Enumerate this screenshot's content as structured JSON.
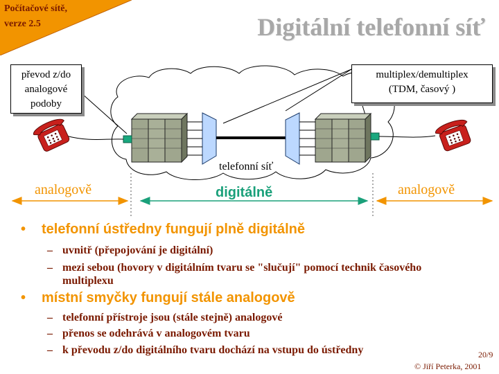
{
  "header": {
    "course": "Počítačové sítě,",
    "version": "verze 2.5",
    "title": "Digitální telefonní síť"
  },
  "colors": {
    "badge_fill": "#f29400",
    "badge_text": "#7a1a00",
    "title": "#a8a8a8",
    "analog": "#f29400",
    "digital": "#1aa07a",
    "bullet_l1": "#f29400",
    "bullet_l2": "#7a1a00"
  },
  "diagram": {
    "callout_converter": [
      "převod z/do",
      "analogové",
      "podoby"
    ],
    "callout_mux": [
      "multiplex/demultiplex",
      "(TDM, časový )"
    ],
    "network_label": "telefonní síť",
    "zones": {
      "left": "analogově",
      "center": "digitálně",
      "right": "analogově"
    },
    "icons": [
      "telephone-left",
      "telephone-right",
      "exchange-left",
      "exchange-right",
      "multiplexer",
      "demultiplexer",
      "network-cloud"
    ]
  },
  "bullets": [
    {
      "text": "telefonní ústředny fungují plně digitálně",
      "sub": [
        "uvnitř (přepojování je digitální)",
        "mezi sebou (hovory v digitálním tvaru se \"slučují\" pomocí technik časového multiplexu"
      ]
    },
    {
      "text": "místní smyčky fungují stále analogově",
      "sub": [
        "telefonní přístroje jsou (stále stejně) analogové",
        "přenos se odehrává v analogovém tvaru",
        "k převodu z/do digitálního tvaru dochází na vstupu do ústředny"
      ]
    }
  ],
  "footer": {
    "page": "20/9",
    "copyright": "© Jiří Peterka, 2001"
  }
}
